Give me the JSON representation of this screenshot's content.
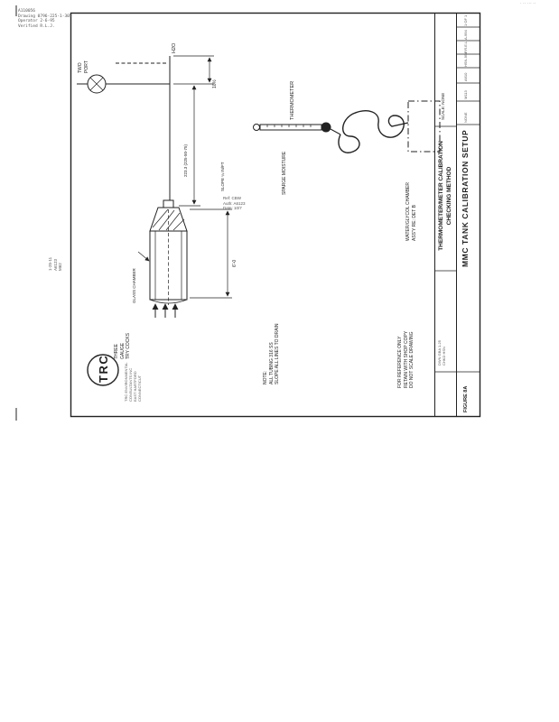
{
  "colors": {
    "ink": "#1f1f1f",
    "faint": "#8a8a8a",
    "paper": "#ffffff"
  },
  "scan_header": {
    "lines": [
      "A110056",
      "Drawing 0796-225-1-305",
      "Operator 2-6-95",
      "Verified R.L.J."
    ]
  },
  "stamps": {
    "approval": {
      "lines": [
        "Ref: CBW",
        "Auth: A6123",
        "Date: 10/7"
      ]
    },
    "margin": {
      "lines": [
        "1-25-11",
        "A6123",
        "M62"
      ]
    }
  },
  "artifacts": {
    "top_right": "· ·· ··· ··"
  },
  "drawing": {
    "labels": {
      "h2o": "H2O",
      "pump_line1": "TWO",
      "pump_line2": "PORT",
      "thermometer": "THERMOMETER",
      "sparge": "SPARGE MOISTURE",
      "chamber_line1": "WATER/GLYCOL CHAMBER",
      "chamber_line2": "ASS'Y RE: DET B",
      "try_cocks_line1": "THREE",
      "try_cocks_line2": "GAUGE",
      "try_cocks_line3": "TRY COCKS",
      "glass_chamber": "GLASS CHAMBER"
    },
    "dimensions": {
      "height": "223.3 (225-50-75)",
      "vent": "10½",
      "slope": "SLOPE ¼ IN/FT",
      "tank": "6'-0"
    },
    "notes": {
      "lines": [
        "NOTE:",
        "ALL TUBING 316 SS",
        "SLOPE ALL LINES TO DRAIN"
      ]
    },
    "reference": {
      "lines": [
        "FOR REFERENCE ONLY",
        "RETAIN WITH SHOP COPY",
        "DO NOT SCALE DRAWING"
      ]
    }
  },
  "title_block": {
    "subtitle_line1": "THERMOMETER/METER CALIBRATION",
    "subtitle_line2": "CHECKING METHOD",
    "main_title": "MMC TANK CALIBRATION SETUP",
    "scale": "SCALE: NONE",
    "figure": "FIGURE 8A",
    "cells": [
      "1 OF 1",
      "A-994",
      "P.R.E.L",
      "HSN-994",
      "A610",
      "M113",
      "NONE"
    ],
    "credits": {
      "lines": [
        "DWN GBA 1-25",
        "CHKD HSN"
      ]
    }
  },
  "logo": {
    "text": "TRC",
    "address_lines": [
      "TRC ENVIRONMENTAL",
      "CONSULTANTS INC",
      "EAST HARTFORD",
      "CONNECTICUT"
    ]
  }
}
